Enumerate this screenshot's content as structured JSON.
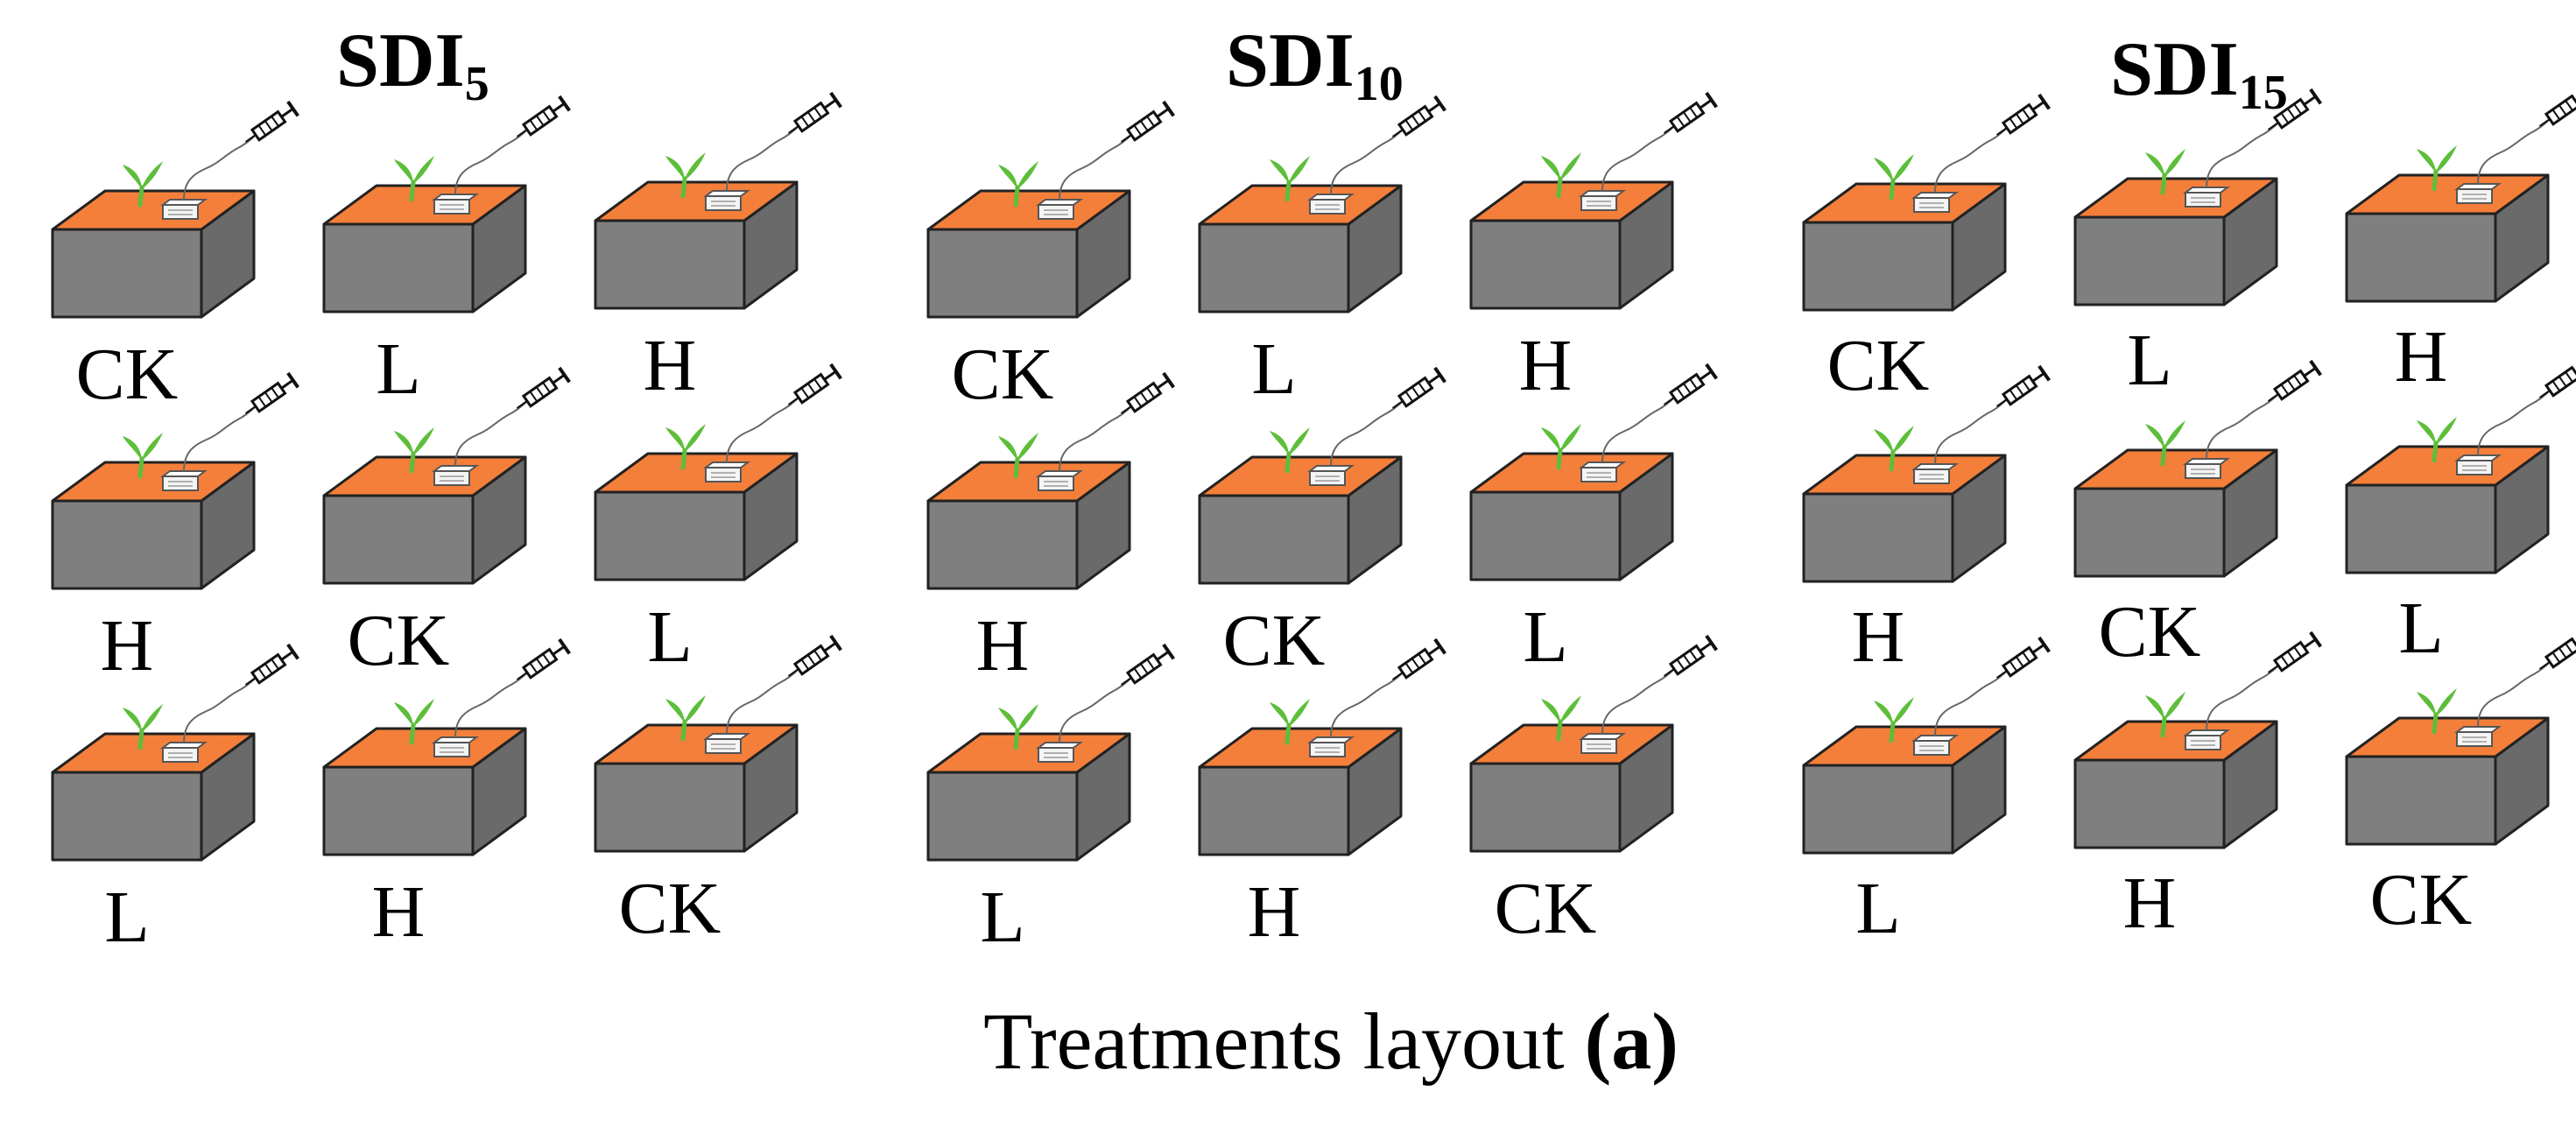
{
  "groups": [
    {
      "label_main": "SDI",
      "label_sub": "5",
      "grid": [
        [
          "CK",
          "L",
          "H"
        ],
        [
          "H",
          "CK",
          "L"
        ],
        [
          "L",
          "H",
          "CK"
        ]
      ]
    },
    {
      "label_main": "SDI",
      "label_sub": "10",
      "grid": [
        [
          "CK",
          "L",
          "H"
        ],
        [
          "H",
          "CK",
          "L"
        ],
        [
          "L",
          "H",
          "CK"
        ]
      ]
    },
    {
      "label_main": "SDI",
      "label_sub": "15",
      "grid": [
        [
          "CK",
          "L",
          "H"
        ],
        [
          "H",
          "CK",
          "L"
        ],
        [
          "L",
          "H",
          "CK"
        ]
      ]
    }
  ],
  "caption": {
    "text": "Treatments layout ",
    "tag": "(a)"
  },
  "colors": {
    "soil_top": "#F47F3A",
    "box_front": "#7F7F7F",
    "box_side": "#6A6A6A",
    "seedling": "#5DBE3A",
    "outline": "#222222"
  },
  "icons": [
    "seedling-icon",
    "soil-sensor-icon",
    "syringe-icon"
  ]
}
